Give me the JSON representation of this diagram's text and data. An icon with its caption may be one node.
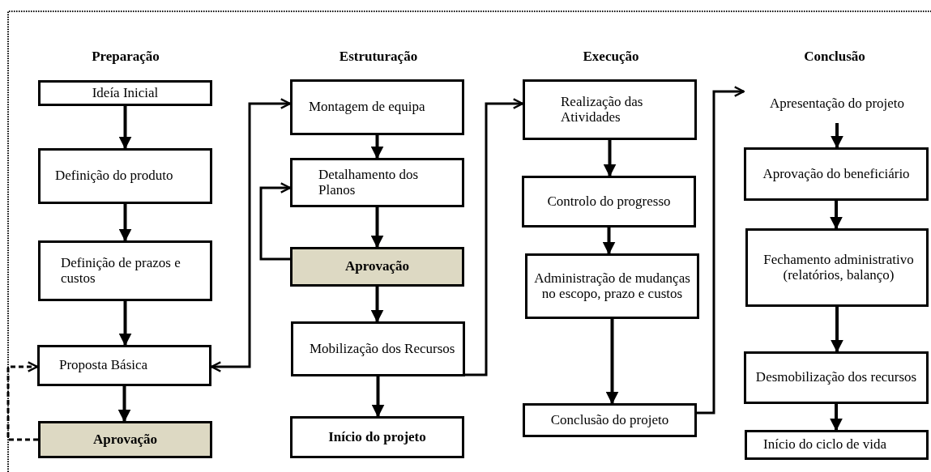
{
  "diagram": {
    "nodes": [
      {
        "text": [
          "Ideía Inicial"
        ]
      },
      {
        "text": [
          "Definição do produto"
        ]
      },
      {
        "text": [
          "Definição de prazos e custos"
        ]
      },
      {
        "text": [
          "Proposta Básica"
        ]
      },
      {
        "text": [
          "Aprovação"
        ]
      },
      {
        "text": [
          "Montagem de equipa"
        ]
      },
      {
        "text": [
          "Detalhamento dos Planos"
        ]
      },
      {
        "text": [
          "Aprovação"
        ]
      },
      {
        "text": [
          "Mobilização dos Recursos"
        ]
      },
      {
        "text": [
          "Início do projeto"
        ]
      },
      {
        "text": [
          "Realização das Atividades"
        ]
      },
      {
        "text": [
          "Controlo do progresso"
        ]
      },
      {
        "text": [
          "Administração de mudanças no escopo, prazo e custos"
        ]
      },
      {
        "text": [
          "Conclusão do projeto"
        ]
      },
      {
        "text": [
          "Apresentação do projeto"
        ]
      },
      {
        "text": [
          "Aprovação do beneficiário"
        ]
      },
      {
        "text": [
          "Fechamento administrativo (relatórios, balanço)"
        ]
      },
      {
        "text": [
          "Desmobilização dos recursos"
        ]
      },
      {
        "text": [
          "Início do ciclo de vida"
        ]
      }
    ],
    "edges": [
      {
        "from": 0,
        "to": 1,
        "arrow": "to"
      },
      {
        "from": 1,
        "to": 2,
        "arrow": "to"
      },
      {
        "from": 2,
        "to": 3,
        "arrow": "to"
      },
      {
        "from": 3,
        "to": 4,
        "arrow": "to"
      },
      {
        "from": 5,
        "to": 6,
        "arrow": "to"
      },
      {
        "from": 6,
        "to": 7,
        "arrow": "to"
      },
      {
        "from": 7,
        "to": 8,
        "arrow": "to"
      },
      {
        "from": 8,
        "to": 9,
        "arrow": "to"
      },
      {
        "from": 10,
        "to": 11,
        "arrow": "to"
      },
      {
        "from": 11,
        "to": 12,
        "arrow": "to"
      },
      {
        "from": 12,
        "to": 13,
        "arrow": "to"
      },
      {
        "from": 14,
        "to": 15,
        "arrow": "to"
      },
      {
        "from": 15,
        "to": 16,
        "arrow": "to"
      },
      {
        "from": 16,
        "to": 17,
        "arrow": "to"
      },
      {
        "from": 17,
        "to": 18,
        "arrow": "to"
      },
      {
        "from": 4,
        "to": 3,
        "arrow": "to",
        "style": "dashed"
      },
      {
        "from": 3,
        "to": 5,
        "arrow": "both"
      },
      {
        "from": 7,
        "to": 6,
        "arrow": "to"
      },
      {
        "from": 8,
        "to": 10,
        "arrow": "to"
      },
      {
        "from": 13,
        "to": 14,
        "arrow": "to"
      }
    ],
    "labels": [
      "Preparação",
      "Estruturação",
      "Execução",
      "Conclusão"
    ]
  }
}
